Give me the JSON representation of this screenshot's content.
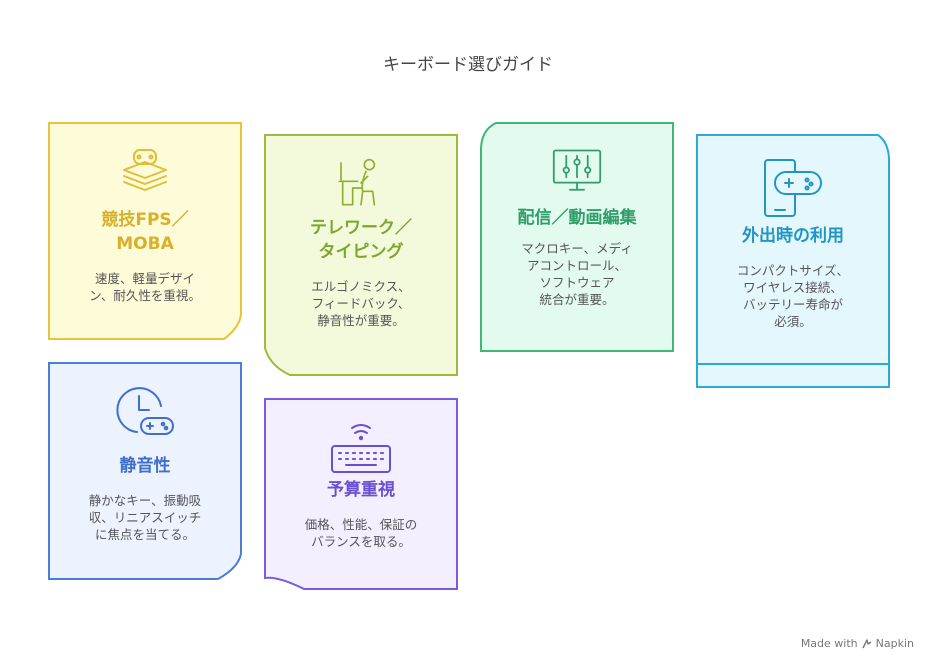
{
  "title": "キーボード選びガイド",
  "colors": {
    "yellow": "#e6c53c",
    "lime": "#9bbb3f",
    "green": "#3cb878",
    "cyan": "#2aaad6",
    "blue": "#4a7ed9",
    "purple": "#7a5be0"
  },
  "cards": {
    "fps": {
      "heading": "競技FPS／\nMOBA",
      "desc": "速度、軽量デザイ\nン、耐久性を重視。",
      "icon": "gamepad-stack-icon"
    },
    "telework": {
      "heading": "テレワーク／\nタイピング",
      "desc": "エルゴノミクス、\nフィードバック、\n静音性が重要。",
      "icon": "person-at-desk-icon"
    },
    "streaming": {
      "heading": "配信／動画編集",
      "desc": "マクロキー、メディ\nアコントロール、\nソフトウェア\n統合が重要。",
      "icon": "monitor-sliders-icon"
    },
    "mobile": {
      "heading": "外出時の利用",
      "desc": "コンパクトサイズ、\nワイヤレス接続、\nバッテリー寿命が\n必須。",
      "icon": "phone-gamepad-icon"
    },
    "quiet": {
      "heading": "静音性",
      "desc": "静かなキー、振動吸\n収、リニアスイッチ\nに焦点を当てる。",
      "icon": "clock-gamepad-icon"
    },
    "budget": {
      "heading": "予算重視",
      "desc": "価格、性能、保証の\nバランスを取る。",
      "icon": "wireless-keyboard-icon"
    }
  },
  "footer": {
    "text": "Made with",
    "brand": "Napkin"
  }
}
